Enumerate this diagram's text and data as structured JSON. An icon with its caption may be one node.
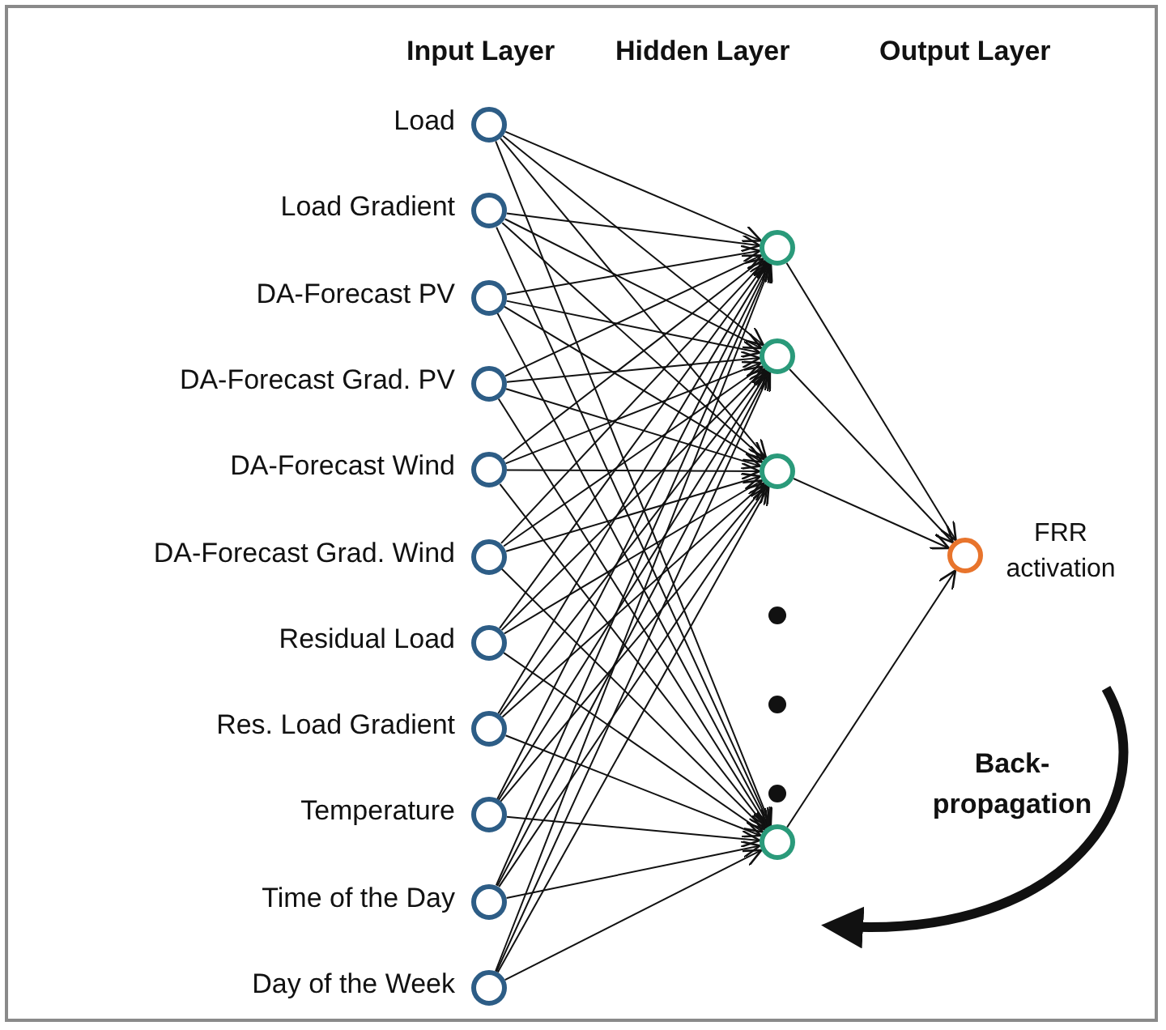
{
  "diagram": {
    "nodes": [
      {
        "text": [],
        "shape": "circle",
        "beside": [
          "Load"
        ]
      },
      {
        "text": [],
        "shape": "circle",
        "beside": [
          "Load Gradient"
        ]
      },
      {
        "text": [],
        "shape": "circle",
        "beside": [
          "DA-Forecast PV"
        ]
      },
      {
        "text": [],
        "shape": "circle",
        "beside": [
          "DA-Forecast Grad. PV"
        ]
      },
      {
        "text": [],
        "shape": "circle",
        "beside": [
          "DA-Forecast Wind"
        ]
      },
      {
        "text": [],
        "shape": "circle",
        "beside": [
          "DA-Forecast Grad. Wind"
        ]
      },
      {
        "text": [],
        "shape": "circle",
        "beside": [
          "Residual Load"
        ]
      },
      {
        "text": [],
        "shape": "circle",
        "beside": [
          "Res. Load Gradient"
        ]
      },
      {
        "text": [],
        "shape": "circle",
        "beside": [
          "Temperature"
        ]
      },
      {
        "text": [],
        "shape": "circle",
        "beside": [
          "Time of the Day"
        ]
      },
      {
        "text": [],
        "shape": "circle",
        "beside": [
          "Day of the Week"
        ]
      },
      {
        "text": [],
        "shape": "circle"
      },
      {
        "text": [],
        "shape": "circle"
      },
      {
        "text": [],
        "shape": "circle"
      },
      {
        "text": [],
        "shape": "circle"
      },
      {
        "text": [],
        "shape": "circle",
        "beside": [
          "FRR activation"
        ]
      }
    ],
    "edges": [
      {
        "from": 0,
        "to": 11,
        "arrow": "to"
      },
      {
        "from": 0,
        "to": 12,
        "arrow": "to"
      },
      {
        "from": 0,
        "to": 13,
        "arrow": "to"
      },
      {
        "from": 0,
        "to": 14,
        "arrow": "to"
      },
      {
        "from": 1,
        "to": 11,
        "arrow": "to"
      },
      {
        "from": 1,
        "to": 12,
        "arrow": "to"
      },
      {
        "from": 1,
        "to": 13,
        "arrow": "to"
      },
      {
        "from": 1,
        "to": 14,
        "arrow": "to"
      },
      {
        "from": 2,
        "to": 11,
        "arrow": "to"
      },
      {
        "from": 2,
        "to": 12,
        "arrow": "to"
      },
      {
        "from": 2,
        "to": 13,
        "arrow": "to"
      },
      {
        "from": 2,
        "to": 14,
        "arrow": "to"
      },
      {
        "from": 3,
        "to": 11,
        "arrow": "to"
      },
      {
        "from": 3,
        "to": 12,
        "arrow": "to"
      },
      {
        "from": 3,
        "to": 13,
        "arrow": "to"
      },
      {
        "from": 3,
        "to": 14,
        "arrow": "to"
      },
      {
        "from": 4,
        "to": 11,
        "arrow": "to"
      },
      {
        "from": 4,
        "to": 12,
        "arrow": "to"
      },
      {
        "from": 4,
        "to": 13,
        "arrow": "to"
      },
      {
        "from": 4,
        "to": 14,
        "arrow": "to"
      },
      {
        "from": 5,
        "to": 11,
        "arrow": "to"
      },
      {
        "from": 5,
        "to": 12,
        "arrow": "to"
      },
      {
        "from": 5,
        "to": 13,
        "arrow": "to"
      },
      {
        "from": 5,
        "to": 14,
        "arrow": "to"
      },
      {
        "from": 6,
        "to": 11,
        "arrow": "to"
      },
      {
        "from": 6,
        "to": 12,
        "arrow": "to"
      },
      {
        "from": 6,
        "to": 13,
        "arrow": "to"
      },
      {
        "from": 6,
        "to": 14,
        "arrow": "to"
      },
      {
        "from": 7,
        "to": 11,
        "arrow": "to"
      },
      {
        "from": 7,
        "to": 12,
        "arrow": "to"
      },
      {
        "from": 7,
        "to": 13,
        "arrow": "to"
      },
      {
        "from": 7,
        "to": 14,
        "arrow": "to"
      },
      {
        "from": 8,
        "to": 11,
        "arrow": "to"
      },
      {
        "from": 8,
        "to": 12,
        "arrow": "to"
      },
      {
        "from": 8,
        "to": 13,
        "arrow": "to"
      },
      {
        "from": 8,
        "to": 14,
        "arrow": "to"
      },
      {
        "from": 9,
        "to": 11,
        "arrow": "to"
      },
      {
        "from": 9,
        "to": 12,
        "arrow": "to"
      },
      {
        "from": 9,
        "to": 13,
        "arrow": "to"
      },
      {
        "from": 9,
        "to": 14,
        "arrow": "to"
      },
      {
        "from": 10,
        "to": 11,
        "arrow": "to"
      },
      {
        "from": 10,
        "to": 12,
        "arrow": "to"
      },
      {
        "from": 10,
        "to": 13,
        "arrow": "to"
      },
      {
        "from": 10,
        "to": 14,
        "arrow": "to"
      },
      {
        "from": 11,
        "to": 15,
        "arrow": "to"
      },
      {
        "from": 12,
        "to": 15,
        "arrow": "to"
      },
      {
        "from": 13,
        "to": 15,
        "arrow": "to"
      },
      {
        "from": 14,
        "to": 15,
        "arrow": "to"
      }
    ],
    "labels": [
      "Input Layer",
      "Hidden Layer",
      "Output Layer",
      "Back-propagation"
    ]
  }
}
